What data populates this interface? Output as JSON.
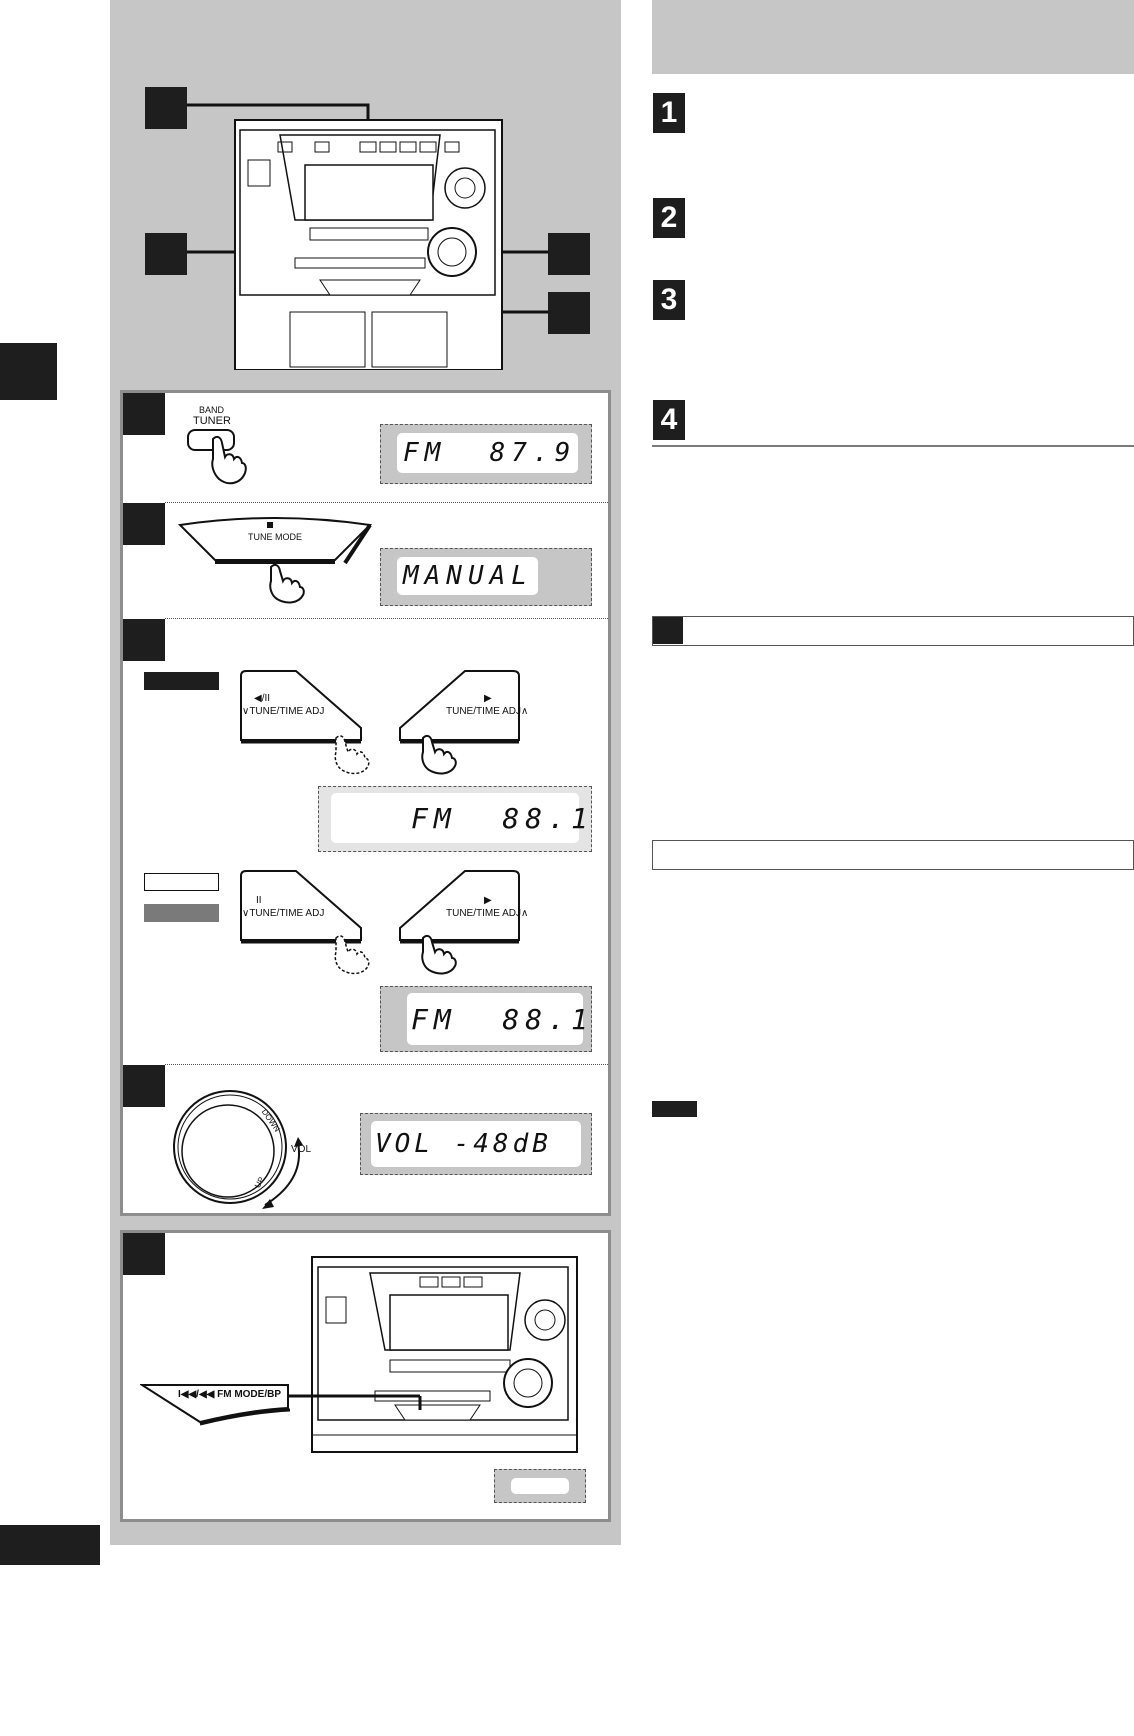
{
  "steps": [
    "1",
    "2",
    "3",
    "4"
  ],
  "buttons": {
    "band_small": "BAND",
    "tuner": "TUNER",
    "tune_mode": "TUNE MODE",
    "tune_down_symbol": "◀/II",
    "tune_down": "∨TUNE/TIME ADJ",
    "tune_up_symbol": "▶",
    "tune_up": "TUNE/TIME ADJ∧",
    "tune_down_symbol_b": "II",
    "vol": "VOL",
    "dial_down": "DOWN",
    "dial_up": "UP",
    "fm_mode": "I◀◀/◀◀ FM MODE/BP"
  },
  "displays": {
    "step1": "FM  87.9",
    "step2": "MANUAL",
    "step3a": "FM  88.1",
    "step3b": "FM  88.1",
    "step4": "VOL -48dB"
  },
  "colors": {
    "panel_gray": "#c6c6c6",
    "black": "#1e1e1e",
    "mid_gray": "#7a7a7a"
  }
}
